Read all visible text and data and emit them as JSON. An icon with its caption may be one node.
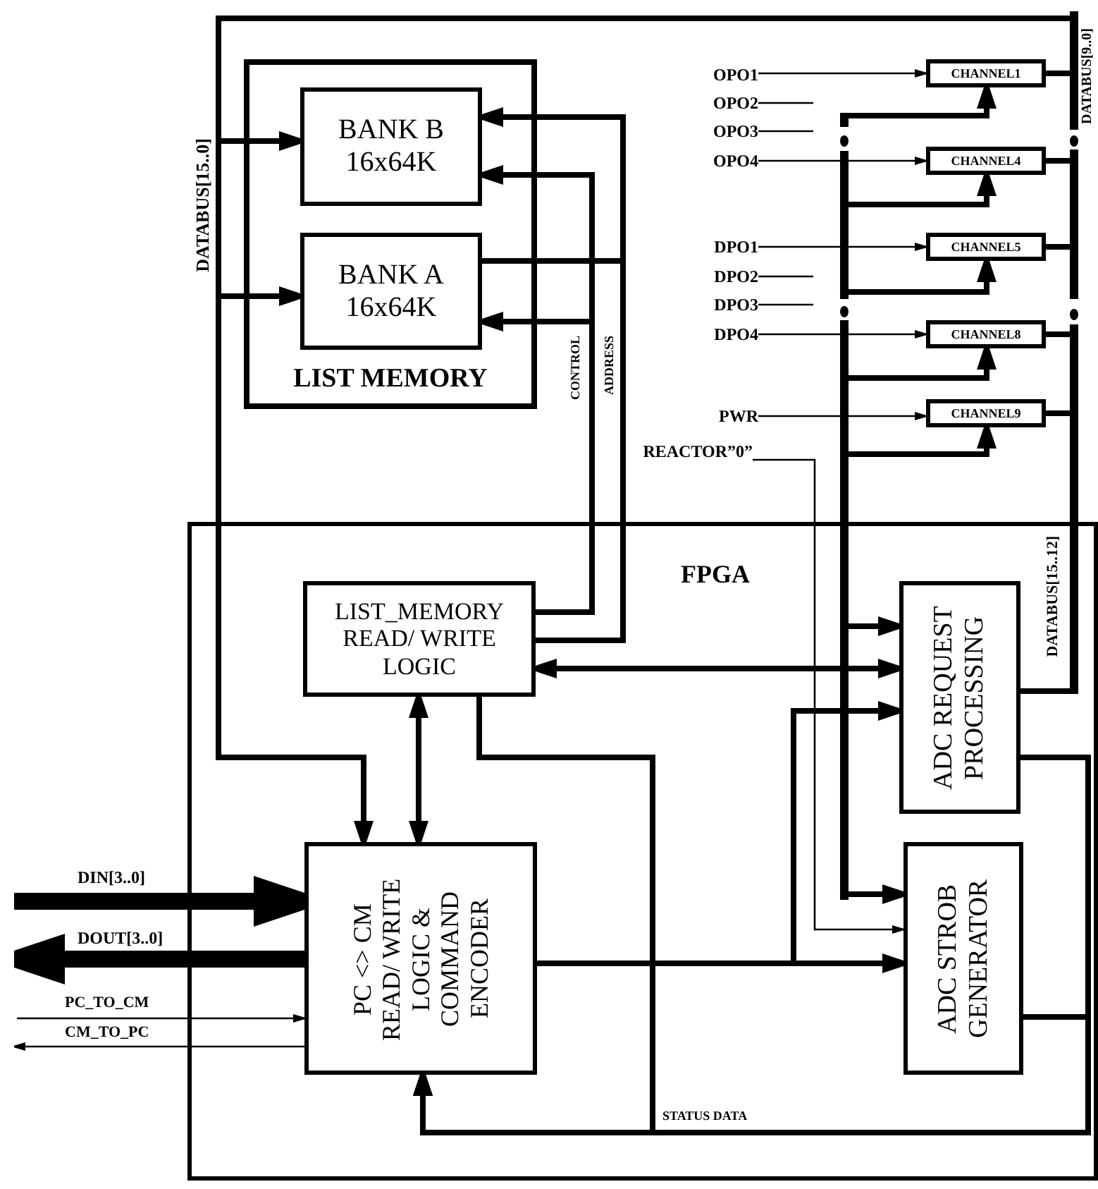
{
  "diagram": {
    "nodes": [
      {
        "text": [
          "LIST MEMORY"
        ]
      },
      {
        "text": [
          "BANK B 16x64K"
        ],
        "in": 0
      },
      {
        "text": [
          "BANK A 16x64K"
        ],
        "in": 0
      },
      {
        "text": [
          "FPGA"
        ]
      },
      {
        "text": [
          "LIST_MEMORY READ/ WRITE LOGIC"
        ],
        "in": 3
      },
      {
        "text": [
          "ADC REQUEST PROCESSING"
        ],
        "in": 3
      },
      {
        "text": [
          "PC <> CM READ/ WRITE LOGIC & COMMAND ENCODER"
        ],
        "in": 3
      },
      {
        "text": [
          "ADC STROB GENERATOR"
        ],
        "in": 3
      },
      {
        "text": [
          "CHANNEL1"
        ]
      },
      {
        "text": [
          "CHANNEL4"
        ]
      },
      {
        "text": [
          "CHANNEL5"
        ]
      },
      {
        "text": [
          "CHANNEL8"
        ]
      },
      {
        "text": [
          "CHANNEL9"
        ]
      },
      {
        "text": [
          "OPO1"
        ]
      },
      {
        "text": [
          "OPO2"
        ]
      },
      {
        "text": [
          "OPO3"
        ]
      },
      {
        "text": [
          "OPO4"
        ]
      },
      {
        "text": [
          "DPO1"
        ]
      },
      {
        "text": [
          "DPO2"
        ]
      },
      {
        "text": [
          "DPO3"
        ]
      },
      {
        "text": [
          "DPO4"
        ]
      },
      {
        "text": [
          "PWR"
        ]
      },
      {
        "text": [
          "REACTOR”0”"
        ]
      },
      {
        "text": [],
        "shape": "bar"
      },
      {
        "text": [],
        "shape": "bar"
      }
    ],
    "edges": [
      {
        "from": 24,
        "to": 6,
        "arrow": "to",
        "label": "DATABUS[15..0]"
      },
      {
        "from": 24,
        "to": 1,
        "arrow": "to"
      },
      {
        "from": 24,
        "to": 2,
        "arrow": "to"
      },
      {
        "from": 4,
        "to": 1,
        "arrow": "to",
        "label": "CONTROL"
      },
      {
        "from": 4,
        "to": 2,
        "arrow": "to"
      },
      {
        "from": 4,
        "to": 1,
        "arrow": "to",
        "label": "ADDRESS"
      },
      {
        "from": 2,
        "to": 4,
        "arrow": "none"
      },
      {
        "from": 4,
        "to": 6,
        "arrow": "both"
      },
      {
        "from": 4,
        "to": 5,
        "arrow": "both"
      },
      {
        "from": 23,
        "to": 5,
        "arrow": "to"
      },
      {
        "from": 6,
        "to": 5,
        "arrow": "to"
      },
      {
        "from": 6,
        "to": 7,
        "arrow": "to"
      },
      {
        "from": 23,
        "to": 7,
        "arrow": "to"
      },
      {
        "from": 22,
        "to": 7,
        "arrow": "to"
      },
      {
        "from": 4,
        "to": 6,
        "arrow": "to"
      },
      {
        "from": 5,
        "to": 6,
        "arrow": "to"
      },
      {
        "from": 7,
        "to": 6,
        "arrow": "to",
        "label": "STATUS DATA"
      },
      {
        "from": 5,
        "to": 24,
        "arrow": "none",
        "label": "DATABUS[15..12]"
      },
      {
        "from": 8,
        "to": 24,
        "arrow": "none",
        "label": "DATABUS[9..0]"
      },
      {
        "from": 9,
        "to": 24,
        "arrow": "none"
      },
      {
        "from": 10,
        "to": 24,
        "arrow": "none"
      },
      {
        "from": 11,
        "to": 24,
        "arrow": "none"
      },
      {
        "from": 12,
        "to": 24,
        "arrow": "none"
      },
      {
        "from": 23,
        "to": 8,
        "arrow": "to"
      },
      {
        "from": 23,
        "to": 9,
        "arrow": "to"
      },
      {
        "from": 23,
        "to": 10,
        "arrow": "to"
      },
      {
        "from": 23,
        "to": 11,
        "arrow": "to"
      },
      {
        "from": 23,
        "to": 12,
        "arrow": "to"
      },
      {
        "from": 13,
        "to": 8,
        "arrow": "to"
      },
      {
        "from": 16,
        "to": 9,
        "arrow": "to"
      },
      {
        "from": 17,
        "to": 10,
        "arrow": "to"
      },
      {
        "from": 20,
        "to": 11,
        "arrow": "to"
      },
      {
        "from": 21,
        "to": 12,
        "arrow": "to"
      },
      {
        "from": 14,
        "to": null,
        "arrow": "none"
      },
      {
        "from": 15,
        "to": null,
        "arrow": "none"
      },
      {
        "from": 18,
        "to": null,
        "arrow": "none"
      },
      {
        "from": 19,
        "to": null,
        "arrow": "none"
      },
      {
        "from": null,
        "to": 6,
        "arrow": "to",
        "label": "DIN[3..0]",
        "style": "thick"
      },
      {
        "from": 6,
        "to": null,
        "arrow": "to",
        "label": "DOUT[3..0]",
        "style": "thick"
      },
      {
        "from": null,
        "to": 6,
        "arrow": "to",
        "label": "PC_TO_CM"
      },
      {
        "from": 6,
        "to": null,
        "arrow": "to",
        "label": "CM_TO_PC"
      }
    ]
  }
}
